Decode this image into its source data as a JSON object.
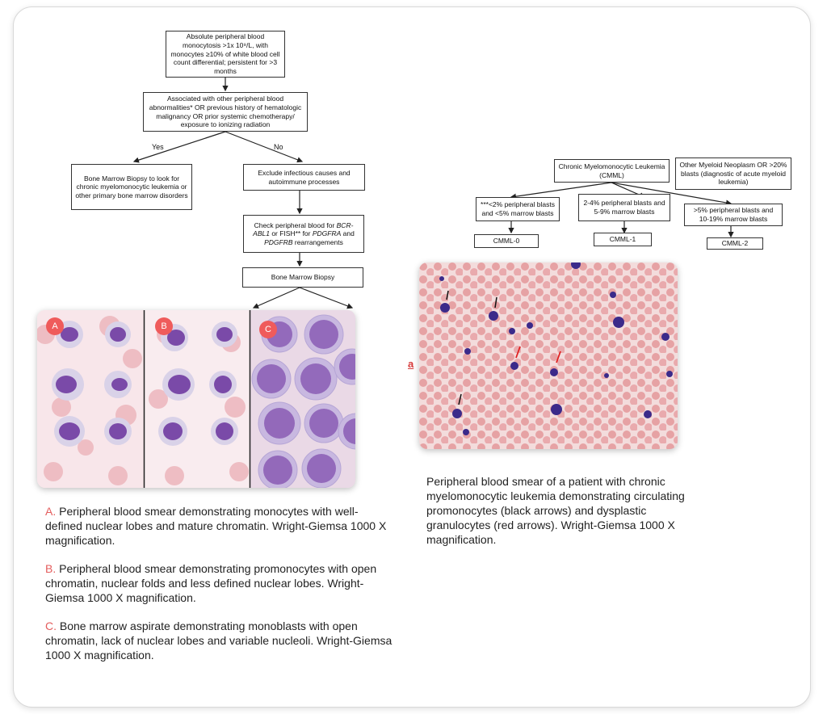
{
  "left_flowchart": {
    "start": "Absolute peripheral blood monocytosis >1x 10⁹/L, with monocytes ≥10% of white blood cell count differential; persistent for >3 months",
    "question": "Associated with other peripheral blood abnormalities* OR previous history of hematologic malignancy OR prior systemic chemotherapy/ exposure to ionizing radiation",
    "yes_label": "Yes",
    "no_label": "No",
    "yes_box": "Bone Marrow Biopsy to look for chronic myelomonocytic leukemia or other primary bone marrow disorders",
    "no_box": "Exclude infectious causes and autoimmune processes",
    "check_box_pre": "Check peripheral blood for ",
    "check_box_gene1": "BCR-ABL1",
    "check_box_mid": " or FISH** for ",
    "check_box_gene2": "PDGFRA",
    "check_box_and": " and ",
    "check_box_gene3": "PDGFRB",
    "check_box_post": " rearrangements",
    "bmb_box": "Bone Marrow Biopsy"
  },
  "right_flowchart": {
    "cmml_box": "Chronic Myelomonocytic Leukemia (CMML)",
    "other_box": "Other Myeloid Neoplasm OR >20% blasts (diagnostic of acute myeloid leukemia)",
    "sub0": "***<2% peripheral blasts and <5% marrow blasts",
    "sub1": "2-4% peripheral blasts and 5-9% marrow blasts",
    "sub2": ">5% peripheral blasts and 10-19% marrow blasts",
    "cmml0": "CMML-0",
    "cmml1": "CMML-1",
    "cmml2": "CMML-2"
  },
  "panels": {
    "a": "A",
    "b": "B",
    "c": "C"
  },
  "smear_label": "a",
  "captions": {
    "a_key": "A.",
    "a_text": " Peripheral blood smear demonstrating monocytes with well-defined nuclear lobes and mature chromatin. Wright-Giemsa 1000 X magnification.",
    "b_key": "B.",
    "b_text": " Peripheral blood smear demonstrating promonocytes with open chromatin, nuclear folds and less defined nuclear lobes. Wright-Giemsa 1000 X magnification.",
    "c_key": "C.",
    "c_text": " Bone marrow aspirate demonstrating monoblasts with open chromatin, lack of nuclear lobes and variable nucleoli. Wright-Giemsa 1000 X magnification.",
    "right_text": "Peripheral blood smear of a patient with chronic myelomonocytic leukemia demonstrating circulating promonocytes (black arrows) and dysplastic granulocytes (red arrows). Wright-Giemsa 1000 X magnification."
  },
  "colors": {
    "accent": "#e45d5d",
    "rbc": "#e8a9a9",
    "nucleus": "#6b3f9a",
    "arrow_red": "#e02020"
  }
}
